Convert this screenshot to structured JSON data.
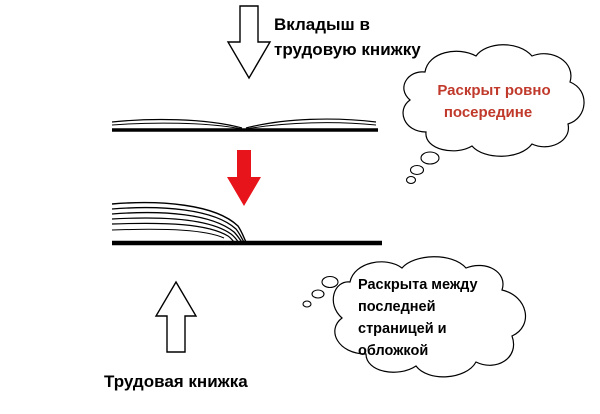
{
  "labels": {
    "insert_title_line1": "Вкладыш в",
    "insert_title_line2": "трудовую книжку",
    "workbook_title": "Трудовая книжка"
  },
  "callouts": {
    "top": {
      "line1": "Раскрыт ровно",
      "line2": "посередине",
      "color": "#c0392b"
    },
    "bottom": {
      "line1": "Раскрыта между",
      "line2": "последней",
      "line3": "страницей и",
      "line4": "обложкой",
      "color": "#000000"
    }
  },
  "colors": {
    "arrow_red": "#e8141b",
    "ink": "#000000"
  },
  "icons": {
    "down_arrow": "hollow-down-arrow-icon",
    "red_arrow": "red-down-arrow-icon",
    "up_arrow": "hollow-up-arrow-icon"
  }
}
